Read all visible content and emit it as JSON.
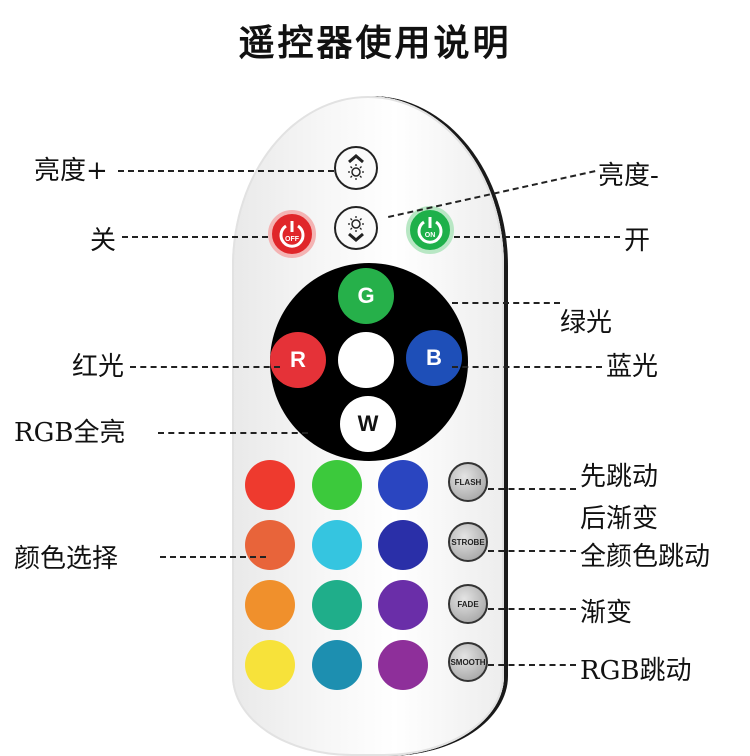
{
  "title": "遥控器使用说明",
  "labels": {
    "brightness_up": "亮度+",
    "brightness_down": "亮度-",
    "off": "关",
    "on": "开",
    "green": "绿光",
    "red": "红光",
    "blue": "蓝光",
    "rgb_full": "RGB全亮",
    "color_select": "颜色选择",
    "flash_1": "先跳动",
    "flash_2": "后渐变",
    "strobe": "全颜色跳动",
    "fade": "渐变",
    "smooth": "RGB跳动"
  },
  "buttons": {
    "off_text": "OFF",
    "on_text": "ON",
    "g": "G",
    "r": "R",
    "b": "B",
    "w": "W",
    "flash": "FLASH",
    "strobe": "STROBE",
    "fade": "FADE",
    "smooth": "SMOOTH"
  },
  "icons": {
    "brightness_up": "sun-up-icon",
    "brightness_down": "sun-down-icon",
    "power": "power-icon"
  },
  "colors": {
    "red_button": "#e53238",
    "green_button": "#26b04a",
    "blue_button": "#1e4fb8",
    "palette": [
      [
        "#ee3a2e",
        "#3cc93c",
        "#2a45c0"
      ],
      [
        "#e8643a",
        "#35c5e0",
        "#2a2fa8"
      ],
      [
        "#f0902c",
        "#1fae8a",
        "#6a2ea8"
      ],
      [
        "#f7e23a",
        "#1d8fb0",
        "#8e2f9a"
      ]
    ]
  }
}
